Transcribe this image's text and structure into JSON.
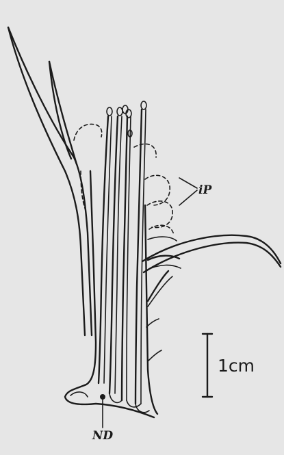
{
  "figure": {
    "labels": {
      "ip": "iP",
      "nd": "ND",
      "scale": "1cm"
    },
    "colors": {
      "background": "#e6e6e6",
      "ink": "#1b1b1b"
    }
  }
}
